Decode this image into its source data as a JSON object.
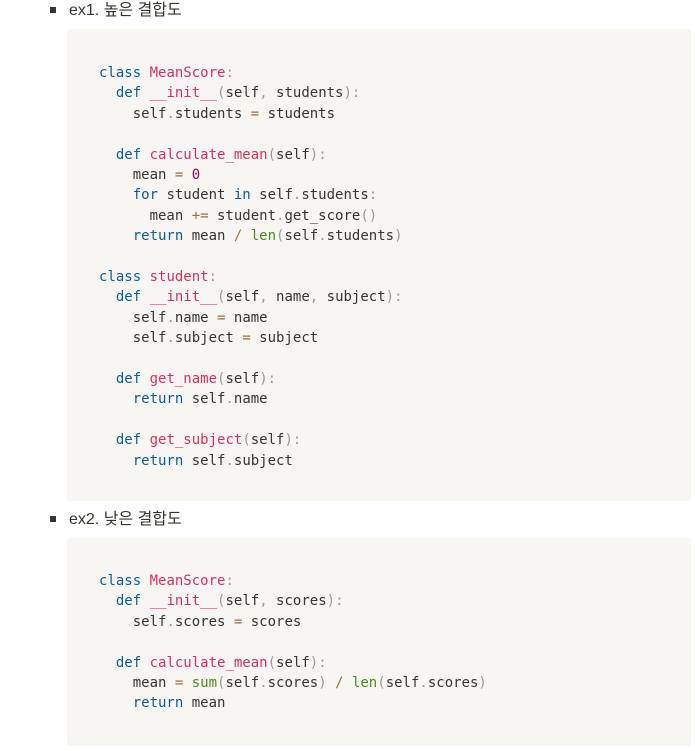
{
  "sections": [
    {
      "label": "ex1. 높은 결합도",
      "code": [
        [
          [
            "k",
            "class"
          ],
          [
            "t",
            " "
          ],
          [
            "n",
            "MeanScore"
          ],
          [
            "p",
            ":"
          ]
        ],
        [
          [
            "t",
            "  "
          ],
          [
            "k",
            "def"
          ],
          [
            "t",
            " "
          ],
          [
            "n",
            "__init__"
          ],
          [
            "p",
            "("
          ],
          [
            "t",
            "self"
          ],
          [
            "p",
            ","
          ],
          [
            "t",
            " students"
          ],
          [
            "p",
            "):"
          ]
        ],
        [
          [
            "t",
            "    self"
          ],
          [
            "p",
            "."
          ],
          [
            "t",
            "students "
          ],
          [
            "o",
            "="
          ],
          [
            "t",
            " students"
          ]
        ],
        [],
        [
          [
            "t",
            "  "
          ],
          [
            "k",
            "def"
          ],
          [
            "t",
            " "
          ],
          [
            "n",
            "calculate_mean"
          ],
          [
            "p",
            "("
          ],
          [
            "t",
            "self"
          ],
          [
            "p",
            "):"
          ]
        ],
        [
          [
            "t",
            "    mean "
          ],
          [
            "o",
            "="
          ],
          [
            "t",
            " "
          ],
          [
            "m",
            "0"
          ]
        ],
        [
          [
            "t",
            "    "
          ],
          [
            "k",
            "for"
          ],
          [
            "t",
            " student "
          ],
          [
            "k",
            "in"
          ],
          [
            "t",
            " self"
          ],
          [
            "p",
            "."
          ],
          [
            "t",
            "students"
          ],
          [
            "p",
            ":"
          ]
        ],
        [
          [
            "t",
            "      mean "
          ],
          [
            "o",
            "+="
          ],
          [
            "t",
            " student"
          ],
          [
            "p",
            "."
          ],
          [
            "t",
            "get_score"
          ],
          [
            "p",
            "()"
          ]
        ],
        [
          [
            "t",
            "    "
          ],
          [
            "k",
            "return"
          ],
          [
            "t",
            " mean "
          ],
          [
            "o",
            "/"
          ],
          [
            "t",
            " "
          ],
          [
            "b",
            "len"
          ],
          [
            "p",
            "("
          ],
          [
            "t",
            "self"
          ],
          [
            "p",
            "."
          ],
          [
            "t",
            "students"
          ],
          [
            "p",
            ")"
          ]
        ],
        [],
        [
          [
            "k",
            "class"
          ],
          [
            "t",
            " "
          ],
          [
            "n",
            "student"
          ],
          [
            "p",
            ":"
          ]
        ],
        [
          [
            "t",
            "  "
          ],
          [
            "k",
            "def"
          ],
          [
            "t",
            " "
          ],
          [
            "n",
            "__init__"
          ],
          [
            "p",
            "("
          ],
          [
            "t",
            "self"
          ],
          [
            "p",
            ","
          ],
          [
            "t",
            " name"
          ],
          [
            "p",
            ","
          ],
          [
            "t",
            " subject"
          ],
          [
            "p",
            "):"
          ]
        ],
        [
          [
            "t",
            "    self"
          ],
          [
            "p",
            "."
          ],
          [
            "t",
            "name "
          ],
          [
            "o",
            "="
          ],
          [
            "t",
            " name"
          ]
        ],
        [
          [
            "t",
            "    self"
          ],
          [
            "p",
            "."
          ],
          [
            "t",
            "subject "
          ],
          [
            "o",
            "="
          ],
          [
            "t",
            " subject"
          ]
        ],
        [],
        [
          [
            "t",
            "  "
          ],
          [
            "k",
            "def"
          ],
          [
            "t",
            " "
          ],
          [
            "n",
            "get_name"
          ],
          [
            "p",
            "("
          ],
          [
            "t",
            "self"
          ],
          [
            "p",
            "):"
          ]
        ],
        [
          [
            "t",
            "    "
          ],
          [
            "k",
            "return"
          ],
          [
            "t",
            " self"
          ],
          [
            "p",
            "."
          ],
          [
            "t",
            "name"
          ]
        ],
        [],
        [
          [
            "t",
            "  "
          ],
          [
            "k",
            "def"
          ],
          [
            "t",
            " "
          ],
          [
            "n",
            "get_subject"
          ],
          [
            "p",
            "("
          ],
          [
            "t",
            "self"
          ],
          [
            "p",
            "):"
          ]
        ],
        [
          [
            "t",
            "    "
          ],
          [
            "k",
            "return"
          ],
          [
            "t",
            " self"
          ],
          [
            "p",
            "."
          ],
          [
            "t",
            "subject"
          ]
        ]
      ]
    },
    {
      "label": "ex2. 낮은 결합도",
      "code": [
        [
          [
            "k",
            "class"
          ],
          [
            "t",
            " "
          ],
          [
            "n",
            "MeanScore"
          ],
          [
            "p",
            ":"
          ]
        ],
        [
          [
            "t",
            "  "
          ],
          [
            "k",
            "def"
          ],
          [
            "t",
            " "
          ],
          [
            "n",
            "__init__"
          ],
          [
            "p",
            "("
          ],
          [
            "t",
            "self"
          ],
          [
            "p",
            ","
          ],
          [
            "t",
            " scores"
          ],
          [
            "p",
            "):"
          ]
        ],
        [
          [
            "t",
            "    self"
          ],
          [
            "p",
            "."
          ],
          [
            "t",
            "scores "
          ],
          [
            "o",
            "="
          ],
          [
            "t",
            " scores"
          ]
        ],
        [],
        [
          [
            "t",
            "  "
          ],
          [
            "k",
            "def"
          ],
          [
            "t",
            " "
          ],
          [
            "n",
            "calculate_mean"
          ],
          [
            "p",
            "("
          ],
          [
            "t",
            "self"
          ],
          [
            "p",
            "):"
          ]
        ],
        [
          [
            "t",
            "    mean "
          ],
          [
            "o",
            "="
          ],
          [
            "t",
            " "
          ],
          [
            "b",
            "sum"
          ],
          [
            "p",
            "("
          ],
          [
            "t",
            "self"
          ],
          [
            "p",
            "."
          ],
          [
            "t",
            "scores"
          ],
          [
            "p",
            ")"
          ],
          [
            "t",
            " "
          ],
          [
            "o",
            "/"
          ],
          [
            "t",
            " "
          ],
          [
            "b",
            "len"
          ],
          [
            "p",
            "("
          ],
          [
            "t",
            "self"
          ],
          [
            "p",
            "."
          ],
          [
            "t",
            "scores"
          ],
          [
            "p",
            ")"
          ]
        ],
        [
          [
            "t",
            "    "
          ],
          [
            "k",
            "return"
          ],
          [
            "t",
            " mean"
          ]
        ]
      ]
    }
  ]
}
